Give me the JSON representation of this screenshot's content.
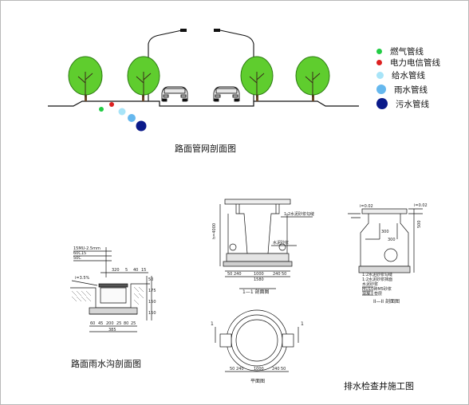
{
  "road_section": {
    "title": "路面管网剖面图",
    "legend": [
      {
        "label": "燃气管线",
        "color": "#22cc44"
      },
      {
        "label": "电力电信管线",
        "color": "#dd2020"
      },
      {
        "label": "给水管线",
        "color": "#a8e4f8"
      },
      {
        "label": "雨水管线",
        "color": "#66b8ee"
      },
      {
        "label": "污水管线",
        "color": "#0a1a8a"
      }
    ]
  },
  "gutter_section": {
    "title": "路面雨水沟剖面图",
    "dims": {
      "top_width": "320",
      "offset_a": "5",
      "offset_b": "40",
      "offset_c": "15",
      "slope": "i=3.5%",
      "h1": "50",
      "h2": "175",
      "h3": "150",
      "h4": "150",
      "bottom_parts": [
        "60",
        "45",
        "200",
        "25",
        "80",
        "25"
      ],
      "bottom_total": "385",
      "layers": [
        "15MU-2.5mm",
        "60C15",
        "50C"
      ]
    }
  },
  "manhole": {
    "title": "排水检查井施工图",
    "section_1": "1—1 剖面图",
    "section_2": "II—II 剖面图",
    "plan": "平面图",
    "dims": {
      "base_parts": [
        "50",
        "240",
        "1000",
        "240",
        "50"
      ],
      "base_total": "1580",
      "height": "h=4000",
      "ring_1": "300",
      "ring_2": "300",
      "ring_top": "500",
      "level_1": "i=0.02",
      "level_2": "i=0.02"
    },
    "notes": [
      "1:2水泥砂浆勾缝",
      "1:2水泥砂浆抹面",
      "水泥砂浆",
      "MU10砖M5砂浆",
      "混凝土垫层"
    ],
    "section_mark": "1"
  }
}
